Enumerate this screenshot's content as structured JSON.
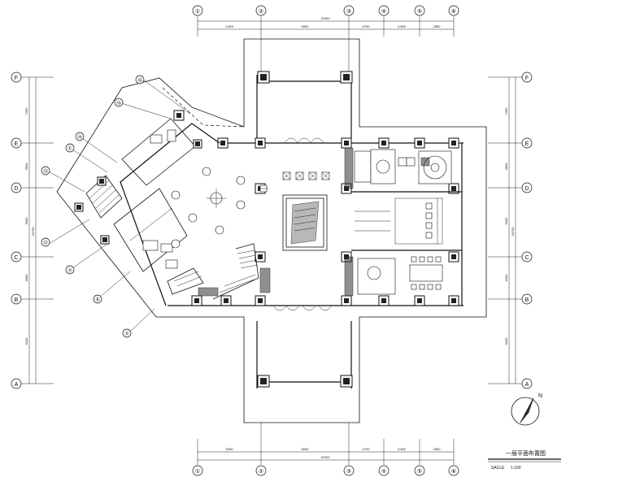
{
  "drawing": {
    "title": "一层平面布置图",
    "scale_label": "SACLE",
    "scale_value": "1:150"
  },
  "grid_columns": [
    "①",
    "②",
    "③",
    "④",
    "⑤",
    "⑥"
  ],
  "grid_rows": [
    "A",
    "B",
    "C",
    "D",
    "E",
    "F"
  ],
  "grid_rows_left": [
    "Ⓐ",
    "Ⓑ",
    "Ⓒ",
    "Ⓓ",
    "Ⓔ",
    "Ⓕ"
  ],
  "diag_axes": [
    "⑪",
    "⑫",
    "⑬",
    "⑭",
    "⑮",
    "⑯"
  ],
  "dims_top": {
    "total": "21500",
    "spans": [
      "1,800",
      "6600",
      "4700",
      "3,800",
      "2550"
    ]
  },
  "dims_bottom": {
    "total": "21500",
    "spans": [
      "5300",
      "6600",
      "4700",
      "3,800",
      "2550"
    ]
  },
  "dims_left": {
    "total": "19700",
    "spans": [
      "9150",
      "1800",
      "3900",
      "3600",
      "7250"
    ]
  },
  "dims_right": {
    "total": "19700",
    "spans": [
      "9150",
      "1800",
      "3900",
      "3600",
      "7250"
    ]
  },
  "north_arrow": {
    "label": "N"
  }
}
